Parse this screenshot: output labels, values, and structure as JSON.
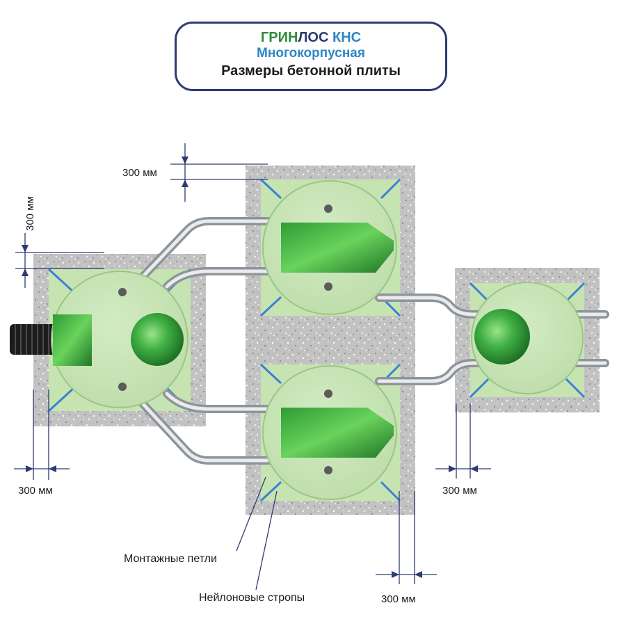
{
  "title": {
    "brand_part1": "ГРИН",
    "brand_part2": "ЛОС",
    "brand_part3": " КНС",
    "subtitle": "Многокорпусная",
    "caption": "Размеры бетонной плиты"
  },
  "dimensions": {
    "top": "300 мм",
    "left_vertical": "300 мм",
    "bottom_left": "300 мм",
    "right": "300 мм",
    "bottom_center": "300 мм"
  },
  "callouts": {
    "mounting_loops": "Монтажные петли",
    "nylon_slings": "Нейлоновые стропы"
  },
  "colors": {
    "frame": "#2d3a74",
    "brand_green": "#2e8b3a",
    "brand_blue": "#2f86c6",
    "concrete": "#bfbfbf",
    "tank": "#c9e6b8",
    "sling": "#3c7fd6",
    "pipe": "#9aa0a6"
  }
}
